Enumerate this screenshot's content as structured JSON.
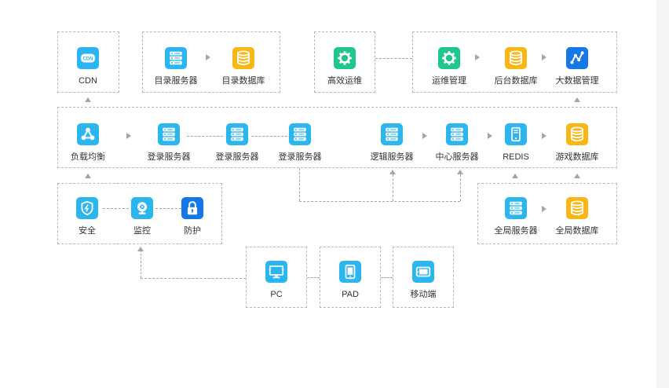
{
  "nodes": {
    "cdn": "CDN",
    "dir_server": "目录服务器",
    "dir_db": "目录数据库",
    "ops_efficient": "高效运维",
    "ops_manage": "运维管理",
    "backend_db": "后台数据库",
    "bigdata_manage": "大数据管理",
    "load_balance": "负载均衡",
    "login_server_1": "登录服务器",
    "login_server_2": "登录服务器",
    "login_server_3": "登录服务器",
    "logic_server": "逻辑服务器",
    "center_server": "中心服务器",
    "redis": "REDIS",
    "game_db": "游戏数据库",
    "security": "安全",
    "monitor": "监控",
    "protection": "防护",
    "global_server": "全局服务器",
    "global_db": "全局数据库",
    "pc": "PC",
    "pad": "PAD",
    "mobile": "移动端"
  },
  "icons": {
    "cdn": "cdn-icon",
    "dir_server": "server-icon",
    "dir_db": "database-icon",
    "ops_efficient": "gear-wrench-icon",
    "ops_manage": "gear-wrench-icon",
    "backend_db": "database-icon",
    "bigdata_manage": "chart-network-icon",
    "load_balance": "share-nodes-icon",
    "login_server": "server-icon",
    "logic_server": "server-icon",
    "center_server": "server-icon",
    "redis": "phone-device-icon",
    "game_db": "database-icon",
    "security": "shield-icon",
    "monitor": "webcam-icon",
    "protection": "lock-icon",
    "global_server": "server-icon",
    "global_db": "database-icon",
    "pc": "monitor-icon",
    "pad": "tablet-icon",
    "mobile": "mobile-landscape-icon"
  },
  "colors": {
    "blue": "#1e9af0",
    "cyan": "#2bb6f0",
    "green": "#21c58f",
    "orange": "#f9b614",
    "navy": "#1677e8",
    "connector": "#a5a5a5",
    "box_border": "#b9b9b9"
  }
}
